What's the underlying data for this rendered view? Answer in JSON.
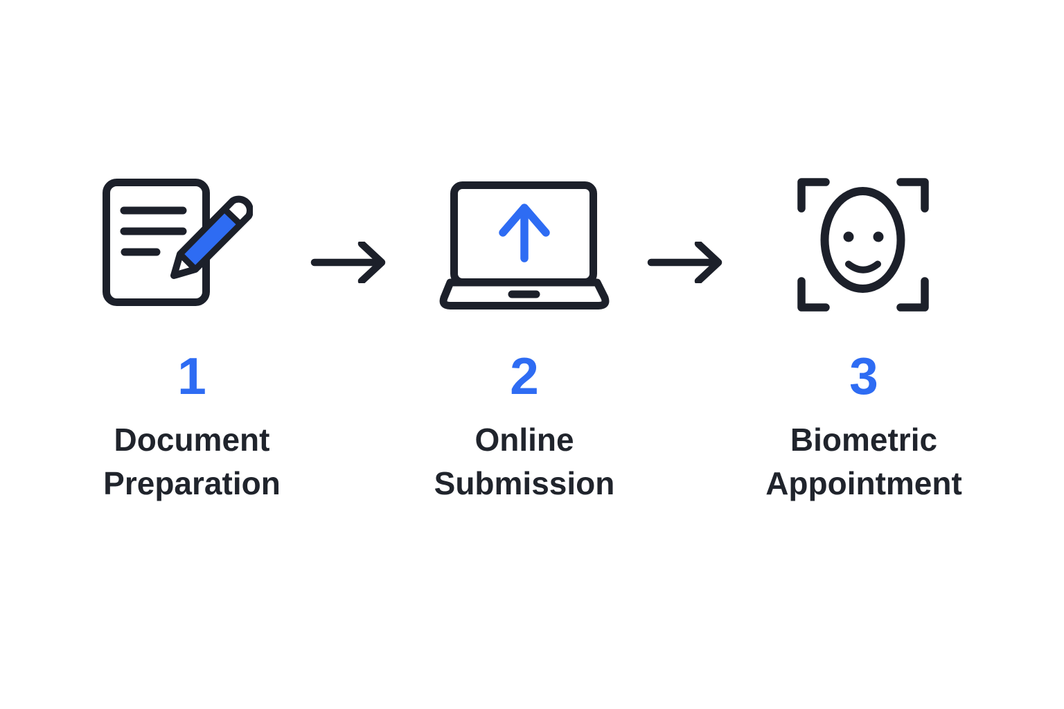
{
  "diagram": {
    "type": "process-flow",
    "background_color": "#ffffff",
    "ink_color": "#1c202a",
    "accent_color": "#2e6cf3",
    "steps": [
      {
        "number": "1",
        "label": "Document Preparation",
        "icon": "document-pencil-icon"
      },
      {
        "number": "2",
        "label": "Online Submission",
        "icon": "laptop-upload-icon"
      },
      {
        "number": "3",
        "label": "Biometric Appointment",
        "icon": "face-scan-icon"
      }
    ],
    "connectors": [
      {
        "icon": "arrow-right-icon"
      },
      {
        "icon": "arrow-right-icon"
      }
    ]
  }
}
